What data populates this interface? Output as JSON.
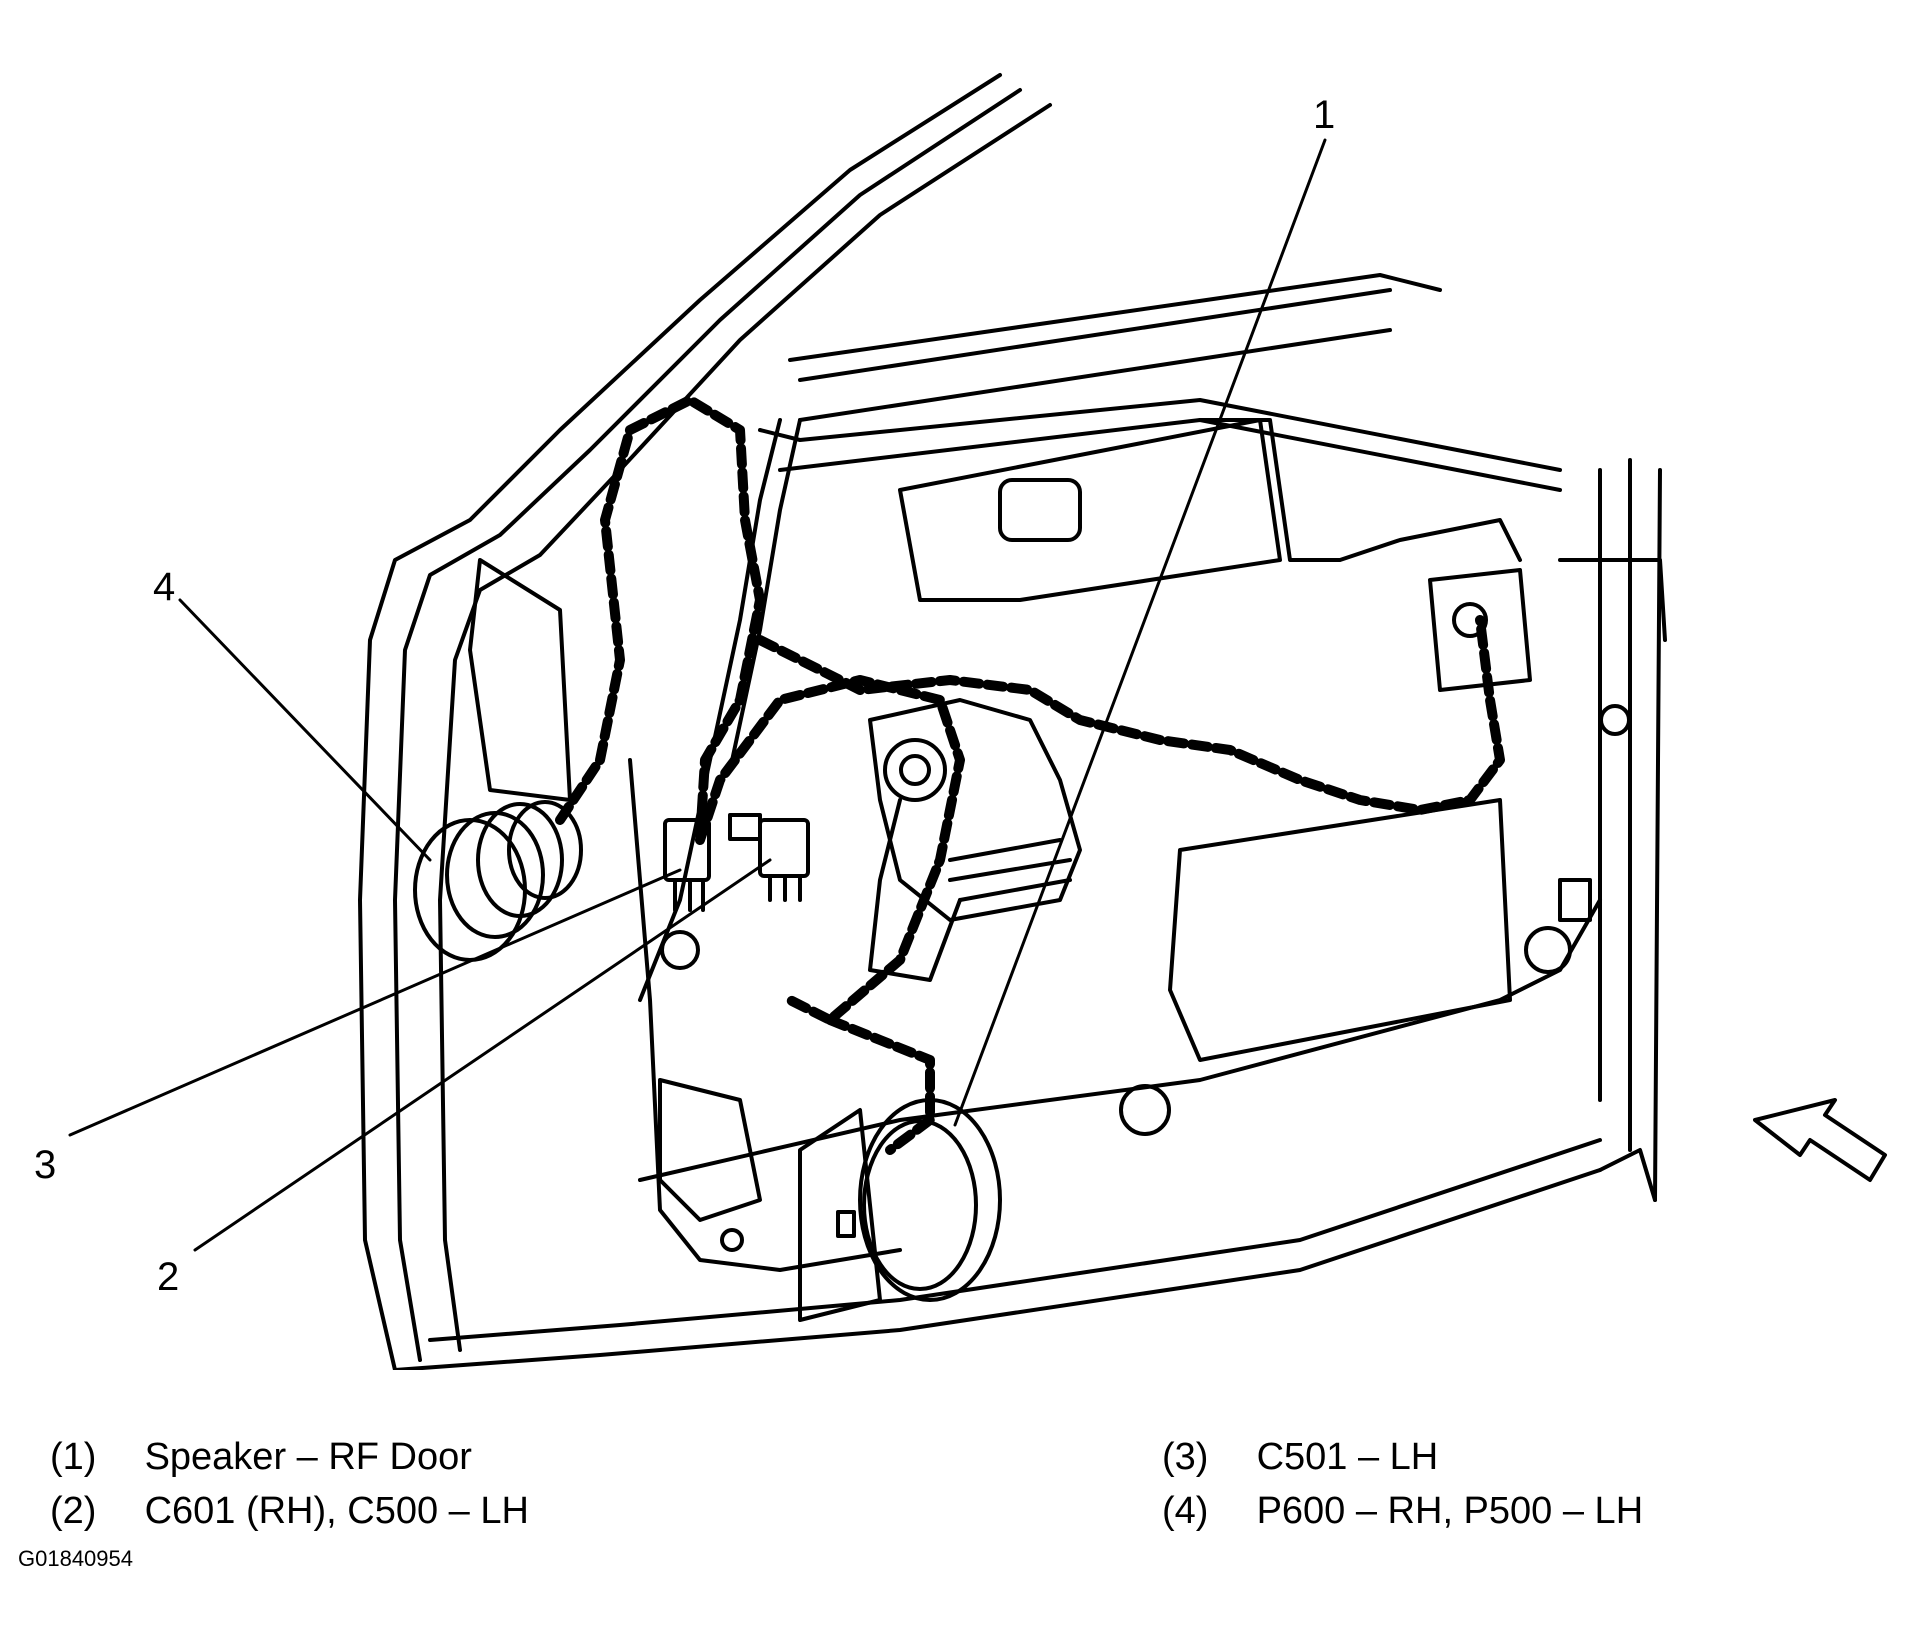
{
  "callouts": [
    {
      "number": "1",
      "label": "Speaker – RF Door"
    },
    {
      "number": "2",
      "label": "C601 (RH), C500 – LH"
    },
    {
      "number": "3",
      "label": "C501 – LH"
    },
    {
      "number": "4",
      "label": "P600 – RH, P500 – LH"
    }
  ],
  "legend": {
    "items": [
      {
        "index": "(1)",
        "text": "Speaker – RF Door"
      },
      {
        "index": "(2)",
        "text": "C601 (RH), C500 – LH"
      },
      {
        "index": "(3)",
        "text": "C501 – LH"
      },
      {
        "index": "(4)",
        "text": "P600 – RH, P500 – LH"
      }
    ]
  },
  "figure_id": "G01840954"
}
